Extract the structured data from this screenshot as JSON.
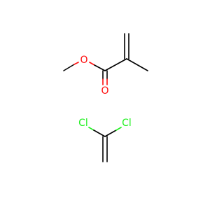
{
  "molecules": [
    {
      "atoms": [
        {
          "id": "c_me",
          "element": "C"
        },
        {
          "id": "o_ester",
          "element": "O",
          "label": "O"
        },
        {
          "id": "c_carbonyl",
          "element": "C"
        },
        {
          "id": "o_carbonyl",
          "element": "O",
          "label": "O"
        },
        {
          "id": "c_alpha",
          "element": "C"
        },
        {
          "id": "c_methylene",
          "element": "C"
        },
        {
          "id": "c_methyl",
          "element": "C"
        }
      ]
    },
    {
      "atoms": [
        {
          "id": "cl_left",
          "element": "Cl",
          "label": "Cl"
        },
        {
          "id": "cl_right",
          "element": "Cl",
          "label": "Cl"
        },
        {
          "id": "c_vinyl_top",
          "element": "C"
        },
        {
          "id": "c_vinyl_bottom",
          "element": "C"
        }
      ]
    }
  ],
  "colors": {
    "carbon_bond": "#000000",
    "oxygen": "#ff0d0d",
    "chlorine": "#1ff01f"
  }
}
